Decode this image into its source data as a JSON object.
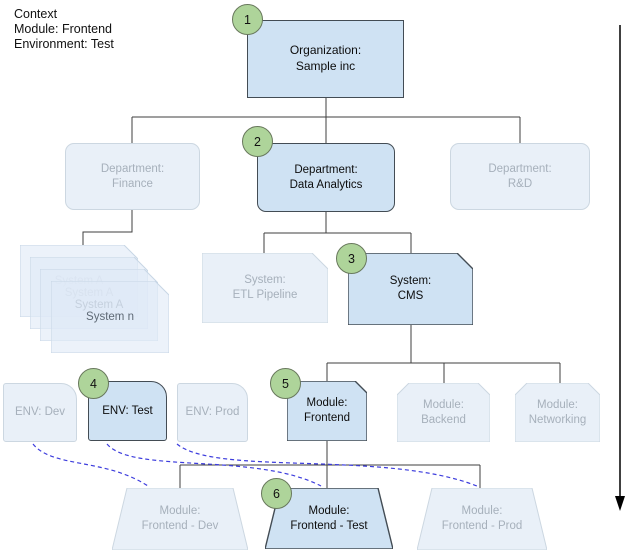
{
  "context": {
    "line1": "Context",
    "line2": "Module: Frontend",
    "line3": "Environment: Test"
  },
  "diagram": {
    "org": {
      "badge": "1",
      "label": "Organization:\nSample inc"
    },
    "departments": {
      "finance": {
        "label": "Department:\nFinance"
      },
      "data_analytics": {
        "badge": "2",
        "label": "Department:\nData Analytics"
      },
      "rnd": {
        "label": "Department:\nR&D"
      }
    },
    "systems": {
      "stack": {
        "labels": [
          "System A",
          "System A",
          "System A",
          "System n"
        ]
      },
      "etl": {
        "label": "System:\nETL Pipeline"
      },
      "cms": {
        "badge": "3",
        "label": "System:\nCMS"
      }
    },
    "environments": {
      "dev": {
        "label": "ENV: Dev"
      },
      "test": {
        "badge": "4",
        "label": "ENV: Test"
      },
      "prod": {
        "label": "ENV: Prod"
      }
    },
    "modules": {
      "frontend": {
        "badge": "5",
        "label": "Module:\nFrontend"
      },
      "backend": {
        "label": "Module:\nBackend"
      },
      "networking": {
        "label": "Module:\nNetworking"
      }
    },
    "instances": {
      "dev": {
        "label": "Module:\nFrontend - Dev"
      },
      "test": {
        "badge": "6",
        "label": "Module:\nFrontend - Test"
      },
      "prod": {
        "label": "Module:\nFrontend - Prod"
      }
    }
  },
  "colors": {
    "accent_fill": "#cfe2f3",
    "accent_border": "#434c54",
    "faded_fill": "#e9f0f8",
    "faded_border": "#ccd7e1",
    "badge_green": "#aed49a",
    "link_dashed_blue": "#3d3ddd",
    "connector_gray": "#3f3f3f"
  }
}
